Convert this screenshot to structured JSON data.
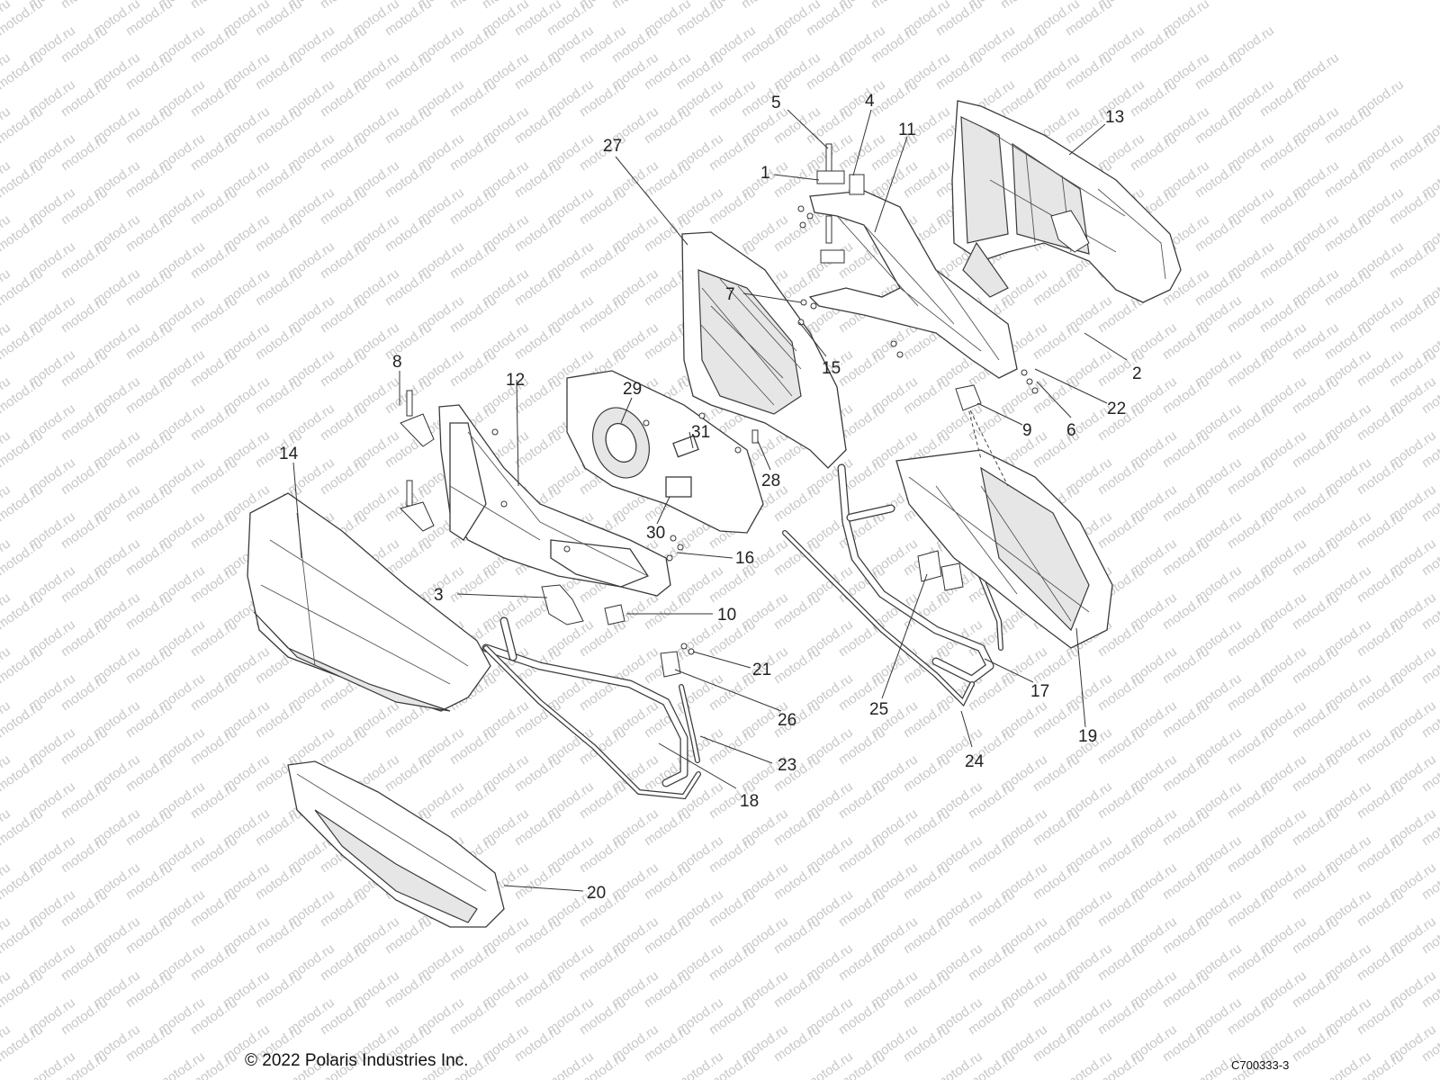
{
  "watermark": {
    "text": "motod.ru",
    "color": "#c8c8c8"
  },
  "callouts": [
    {
      "id": "1",
      "label": "1"
    },
    {
      "id": "2",
      "label": "2"
    },
    {
      "id": "3",
      "label": "3"
    },
    {
      "id": "4",
      "label": "4"
    },
    {
      "id": "5",
      "label": "5"
    },
    {
      "id": "6",
      "label": "6"
    },
    {
      "id": "7",
      "label": "7"
    },
    {
      "id": "8",
      "label": "8"
    },
    {
      "id": "9",
      "label": "9"
    },
    {
      "id": "10",
      "label": "10"
    },
    {
      "id": "11",
      "label": "11"
    },
    {
      "id": "12",
      "label": "12"
    },
    {
      "id": "13",
      "label": "13"
    },
    {
      "id": "14",
      "label": "14"
    },
    {
      "id": "15",
      "label": "15"
    },
    {
      "id": "16",
      "label": "16"
    },
    {
      "id": "17",
      "label": "17"
    },
    {
      "id": "18",
      "label": "18"
    },
    {
      "id": "19",
      "label": "19"
    },
    {
      "id": "20",
      "label": "20"
    },
    {
      "id": "21",
      "label": "21"
    },
    {
      "id": "22",
      "label": "22"
    },
    {
      "id": "23",
      "label": "23"
    },
    {
      "id": "24",
      "label": "24"
    },
    {
      "id": "25",
      "label": "25"
    },
    {
      "id": "26",
      "label": "26"
    },
    {
      "id": "27",
      "label": "27"
    },
    {
      "id": "28",
      "label": "28"
    },
    {
      "id": "29",
      "label": "29"
    },
    {
      "id": "30",
      "label": "30"
    },
    {
      "id": "31",
      "label": "31"
    }
  ],
  "footer": {
    "copyright": "© 2022 Polaris Industries Inc.",
    "figure_code": "C700333-3"
  }
}
